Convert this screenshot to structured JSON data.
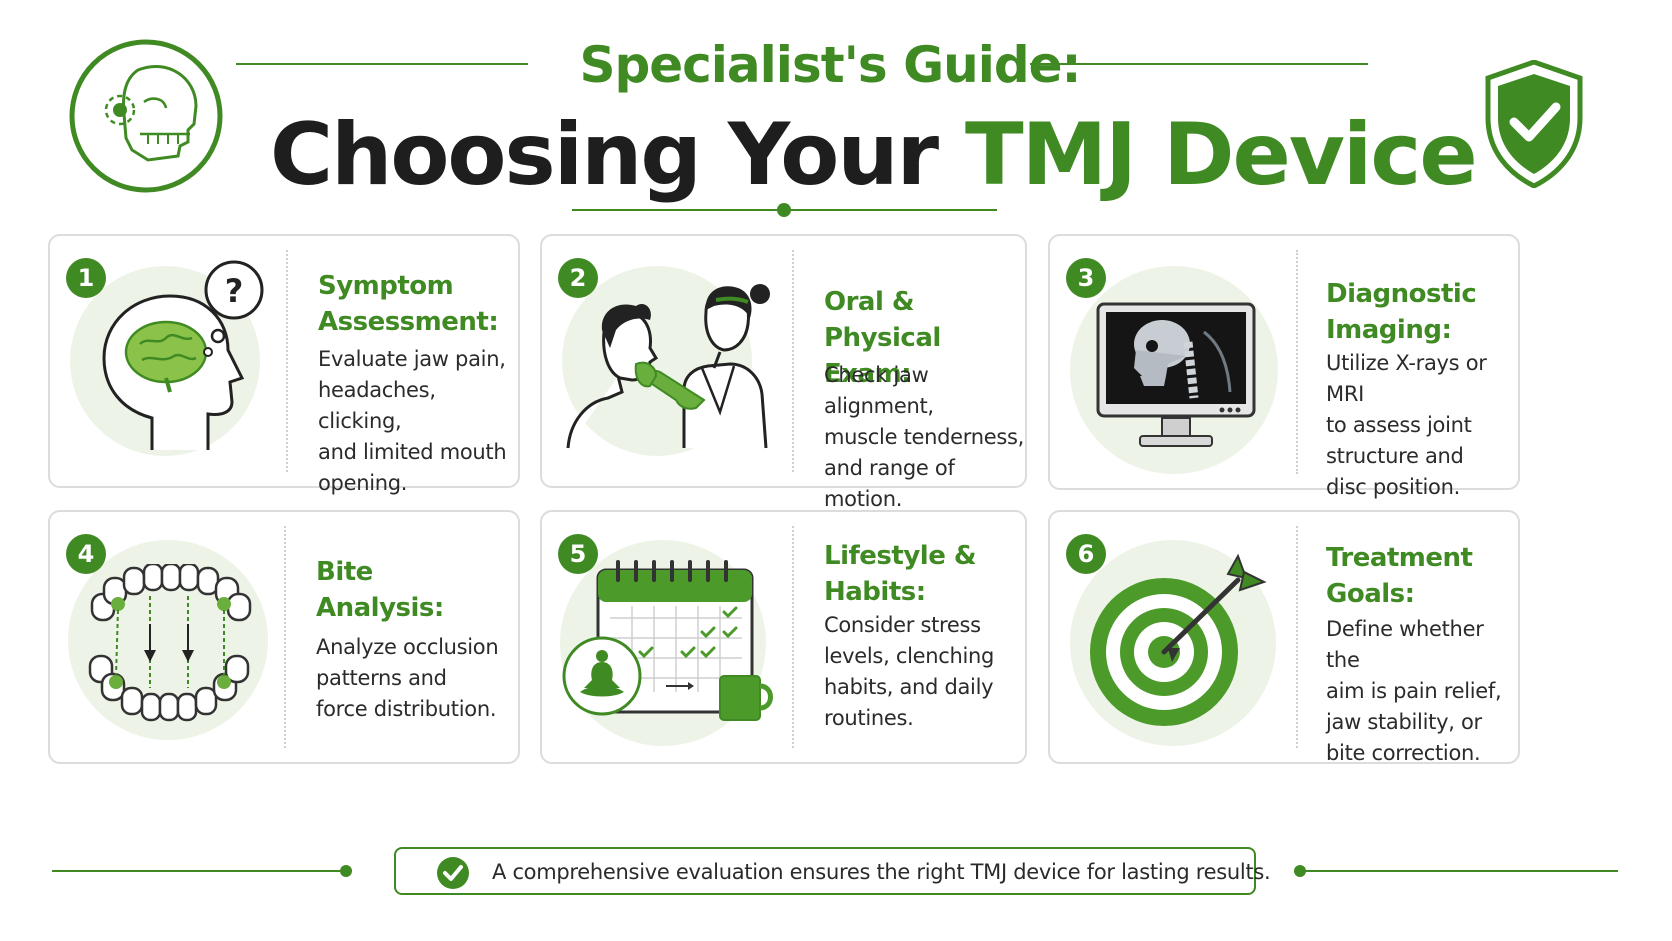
{
  "header": {
    "subtitle": "Specialist's Guide:",
    "title_main": "Choosing Your ",
    "title_accent": "TMJ Device"
  },
  "cards": [
    {
      "number": "1",
      "title_line1": "Symptom",
      "title_line2": "Assessment:",
      "text": [
        "Evaluate jaw pain,",
        "headaches, clicking,",
        "and limited mouth",
        "opening."
      ],
      "icon": "head-brain-question-icon"
    },
    {
      "number": "2",
      "title_line1": "Oral & Physical",
      "title_line2": "Exam:",
      "text": [
        "Check jaw alignment,",
        "muscle tenderness,",
        "and range of motion."
      ],
      "icon": "doctor-exam-icon"
    },
    {
      "number": "3",
      "title_line1": "Diagnostic",
      "title_line2": "Imaging:",
      "text": [
        "Utilize X-rays or MRI",
        "to assess joint",
        "structure and",
        "disc position."
      ],
      "icon": "xray-monitor-icon"
    },
    {
      "number": "4",
      "title_line1": "Bite",
      "title_line2": "Analysis:",
      "text": [
        "Analyze occlusion",
        "patterns and",
        "force distribution."
      ],
      "icon": "teeth-bite-icon"
    },
    {
      "number": "5",
      "title_line1": "Lifestyle &",
      "title_line2": "Habits:",
      "text": [
        "Consider stress",
        "levels, clenching",
        "habits, and daily",
        "routines."
      ],
      "icon": "calendar-meditation-icon"
    },
    {
      "number": "6",
      "title_line1": "Treatment",
      "title_line2": "Goals:",
      "text": [
        "Define whether the",
        "aim is pain relief,",
        "jaw stability, or",
        "bite correction."
      ],
      "icon": "target-arrow-icon"
    }
  ],
  "footer": {
    "text": "A comprehensive evaluation ensures the right TMJ device for lasting results."
  },
  "colors": {
    "accent": "#3f8a23",
    "accent_light": "#8bc34a",
    "blob": "#edf4e7",
    "text": "#2b2b2b",
    "title": "#1e1e1e"
  }
}
